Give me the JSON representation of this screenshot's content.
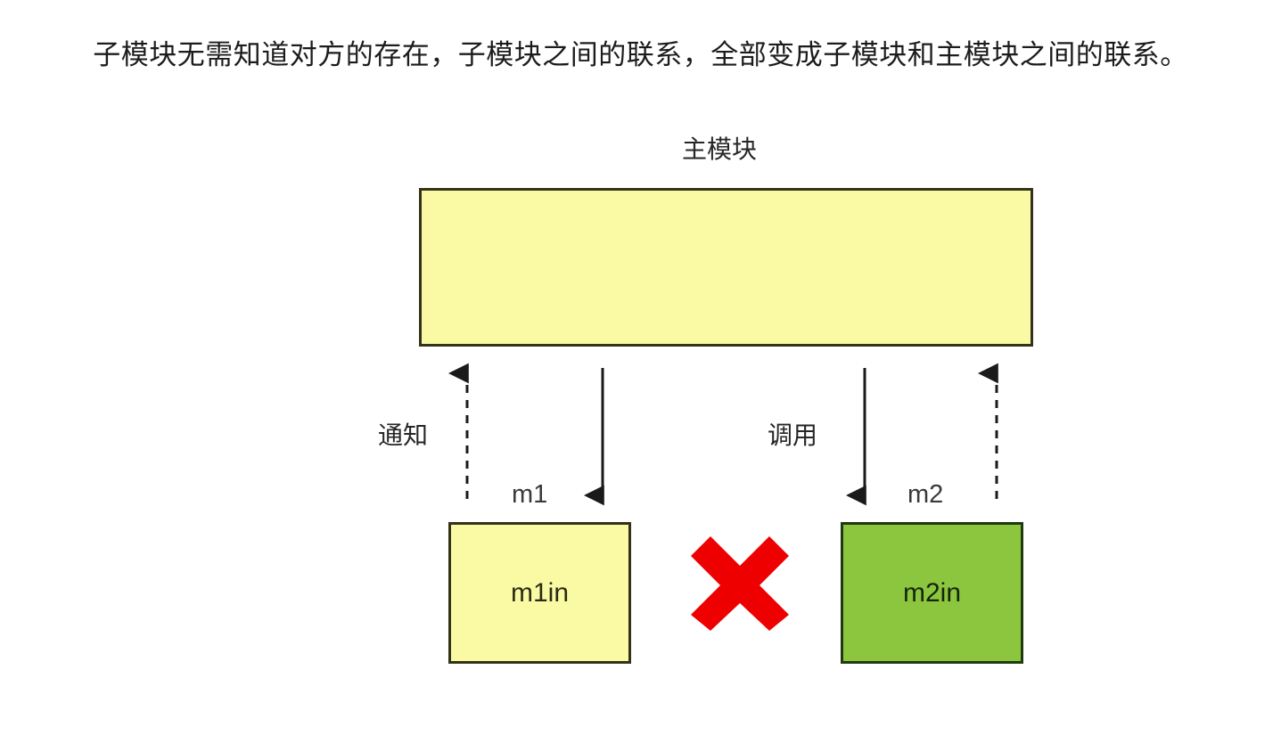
{
  "page": {
    "title": "子模块无需知道对方的存在，子模块之间的联系，全部变成子模块和主模块之间的联系。",
    "background_color": "#ffffff"
  },
  "diagram": {
    "main_module": {
      "caption": "主模块",
      "fill_color": "#FAFAA5",
      "border_color": "#33331A"
    },
    "sub_modules": [
      {
        "id": "m1in",
        "label": "m1in",
        "fill_color": "#FAFAA5",
        "border_color": "#33331A"
      },
      {
        "id": "m2in",
        "label": "m2in",
        "fill_color": "#8CC63E",
        "border_color": "#1F3A10"
      }
    ],
    "edges": [
      {
        "id": "notify-left",
        "label": "通知",
        "style": "dashed",
        "direction": "up",
        "icon": "arrow-up-dashed-icon"
      },
      {
        "id": "invoke-left",
        "label": "m1",
        "style": "solid",
        "direction": "down",
        "icon": "arrow-down-solid-icon"
      },
      {
        "id": "invoke-right",
        "label": "调用",
        "style": "solid",
        "direction": "down",
        "icon": "arrow-down-solid-icon"
      },
      {
        "id": "notify-right",
        "label": "m2",
        "style": "dashed",
        "direction": "up",
        "icon": "arrow-up-dashed-icon"
      }
    ],
    "flow_labels": {
      "left": "m1",
      "right": "m2"
    },
    "edge_labels": {
      "notify": "通知",
      "invoke": "调用"
    },
    "forbidden_link": {
      "icon": "red-cross-icon",
      "color": "#EE0000",
      "meaning": "子模块之间不直接联系"
    }
  }
}
